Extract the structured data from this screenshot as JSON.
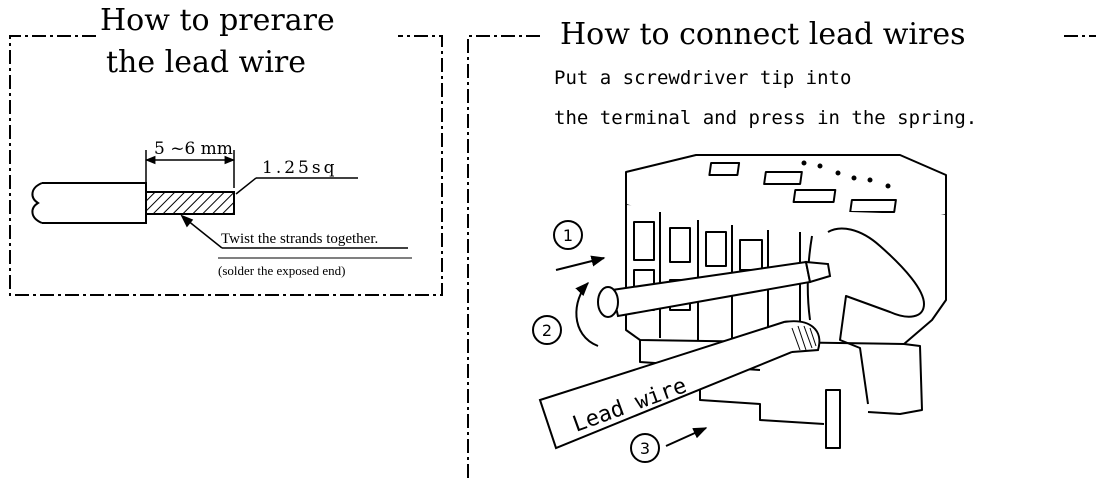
{
  "left_panel": {
    "title_line1": "How to prerare",
    "title_line2": "the lead wire",
    "dimension_label": "5 ~6 mm",
    "wire_size_label": "1.25sq",
    "note_line1": "Twist the strands together.",
    "note_line2": "(solder the exposed end)"
  },
  "right_panel": {
    "title": "How to connect lead wires",
    "instruction_line1": "Put a screwdriver tip into",
    "instruction_line2": "the terminal and press in the spring.",
    "step1": "1",
    "step2": "2",
    "step3": "3",
    "lead_wire_label": "Lead wire"
  }
}
